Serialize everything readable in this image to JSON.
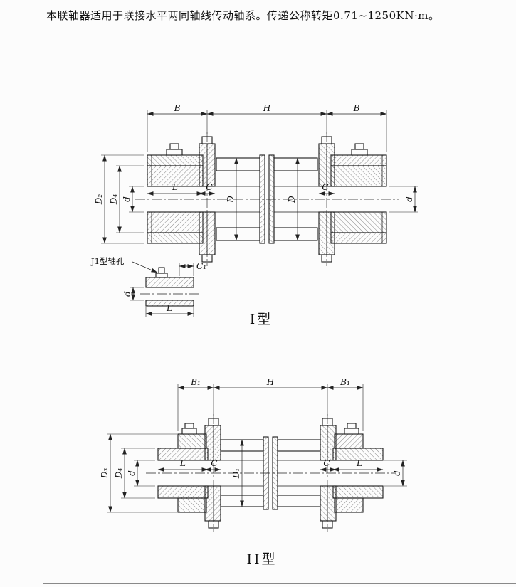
{
  "page": {
    "header": "本联轴器适用于联接水平两同轴线传动轴系。传递公称转矩0.71~1250KN·m。",
    "line_color": "#1a1a1a"
  },
  "type1": {
    "caption": "I型",
    "detail_label": "J1型轴孔",
    "dims": {
      "b_left": "B",
      "h": "H",
      "b_right": "B",
      "d2": "D₂",
      "d4": "D₄",
      "d_left": "d",
      "l_left": "L",
      "c_left": "C",
      "dia_left": "D",
      "dia_right": "D",
      "c_right": "C",
      "d_right": "d",
      "c1": "C₁",
      "detail_d": "d",
      "detail_l": "L"
    }
  },
  "type2": {
    "caption": "II型",
    "dims": {
      "b1_left": "B₁",
      "h": "H",
      "b1_right": "B₁",
      "d3": "D₃",
      "d4": "D₄",
      "d_left": "d",
      "l_left": "L",
      "c_left": "C",
      "d1": "D₁",
      "c_right": "C",
      "l_right": "L",
      "d_right": "d"
    }
  }
}
